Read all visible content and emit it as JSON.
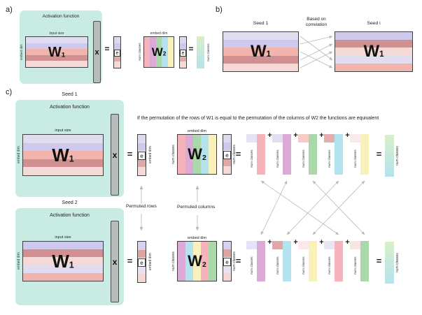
{
  "labels": {
    "panel_a": "a)",
    "panel_b": "b)",
    "panel_c": "c)",
    "activation_function": "Activation function",
    "input_size": "input size",
    "embed_dim": "embed dim",
    "num_classes": "num classes",
    "seed_1": "Seed 1",
    "seed_2": "Seed 2",
    "seed_i": "Seed i",
    "based_on_line1": "Based on",
    "based_on_line2": "correlation",
    "permuted_rows": "Permuted rows",
    "permuted_columns": "Permuted columns",
    "equivalence_statement": "If the permutation of the rows of W1 is equal to the permutation of the columns of W2 the functions are equivalent",
    "w": "W",
    "sub_1": "1",
    "sub_2": "2",
    "x": "x",
    "e": "e",
    "equals": "=",
    "plus": "+"
  },
  "colors": {
    "background": "#ffffff",
    "activation_box": "#c8ebe4",
    "x_bar_fill": "#b6bdba",
    "x_bar_border": "#4c4c4c",
    "matrix_border": "#3f3f3f",
    "arrow": "#b9b9b9",
    "text": "#1c1c1c"
  },
  "stripes": {
    "w1_seed1_rows": [
      "#e2dcf1",
      "#d0c9ee",
      "#f2b5ae",
      "#d08f90",
      "#f5d9d6"
    ],
    "w1_seed2_rows": [
      "#d0c9ee",
      "#d08f90",
      "#f5d9d6",
      "#e2dcf1",
      "#f2b5ae"
    ],
    "w2_seed1_cols": [
      "#f7b3bb",
      "#dbaad7",
      "#aad8aa",
      "#b4e2ee",
      "#f9f1bb"
    ],
    "w2_seed2_cols": [
      "#dbaad7",
      "#b4e2ee",
      "#f9f1bb",
      "#f7b3bb",
      "#aad8aa"
    ],
    "e_seed1_cells": [
      "#ded8f0",
      "#cfc8ec",
      "#ffffff",
      "#dfa9a6",
      "#f5dad7"
    ],
    "e_seed2_cells": [
      "#d8d1ee",
      "#dda5a2",
      "#ffffff",
      "#e7e2f5",
      "#f4d6d3"
    ],
    "output_gradient": [
      "#daefc8",
      "#b4e2ee"
    ]
  },
  "terms": {
    "seed1": [
      {
        "coefficient": "#e7e2f6",
        "column": "#f7b3bb"
      },
      {
        "coefficient": "#e3ddf4",
        "column": "#dbaad7"
      },
      {
        "coefficient": "#f7cbc6",
        "column": "#aad8aa"
      },
      {
        "coefficient": "#e3aeab",
        "column": "#b4e2ee"
      },
      {
        "coefficient": "#faeae8",
        "column": "#f9f1bb"
      }
    ],
    "seed2": [
      {
        "coefficient": "#e7e2f6",
        "column": "#dbaad7"
      },
      {
        "coefficient": "#e0a7a4",
        "column": "#b4e2ee"
      },
      {
        "coefficient": "#faeae8",
        "column": "#f9f1bb"
      },
      {
        "coefficient": "#eae4f7",
        "column": "#f7b3bb"
      },
      {
        "coefficient": "#f9e6e4",
        "column": "#aad8aa"
      }
    ]
  },
  "permutations": {
    "w1_rows_seed1_to_seedi": [
      [
        1,
        4
      ],
      [
        2,
        1
      ],
      [
        3,
        5
      ],
      [
        4,
        2
      ],
      [
        5,
        3
      ]
    ],
    "w2_columns_seed1_to_seed2": [
      [
        1,
        4
      ],
      [
        2,
        1
      ],
      [
        3,
        5
      ],
      [
        4,
        2
      ],
      [
        5,
        3
      ]
    ]
  }
}
